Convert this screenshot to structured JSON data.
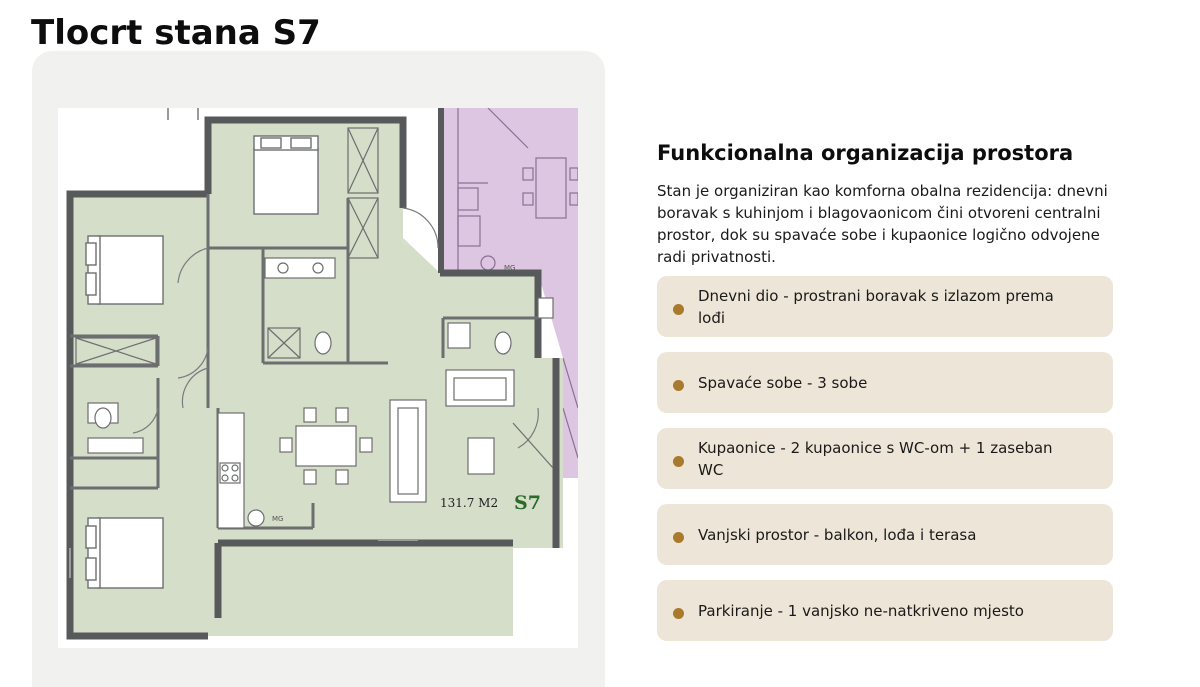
{
  "page": {
    "title": "Tlocrt stana S7"
  },
  "floorplan": {
    "area_label": "131.7 M2",
    "unit_label": "S7",
    "appliance_label": "MG",
    "colors": {
      "room_fill": "#d5dec9",
      "neighbor_fill": "#dcc6e2",
      "wall": "#58595b",
      "unit_label_color": "#2a6b2a"
    }
  },
  "info": {
    "heading": "Funkcionalna organizacija prostora",
    "description": "Stan je organiziran kao komforna obalna rezidencija: dnevni boravak s kuhinjom i blagovaonicom čini otvoreni centralni prostor, dok su spavaće sobe i kupaonice logično odvojene radi privatnosti.",
    "features": [
      {
        "text": "Dnevni dio - prostrani boravak s izlazom prema lođi"
      },
      {
        "text": "Spavaće sobe - 3 sobe"
      },
      {
        "text": "Kupaonice - 2 kupaonice s WC-om + 1 zaseban WC"
      },
      {
        "text": "Vanjski prostor - balkon, lođa i terasa"
      },
      {
        "text": "Parkiranje - 1 vanjsko ne-natkriveno mjesto"
      }
    ],
    "colors": {
      "card_bg": "#ede5d7",
      "bullet": "#a87a2e"
    }
  }
}
